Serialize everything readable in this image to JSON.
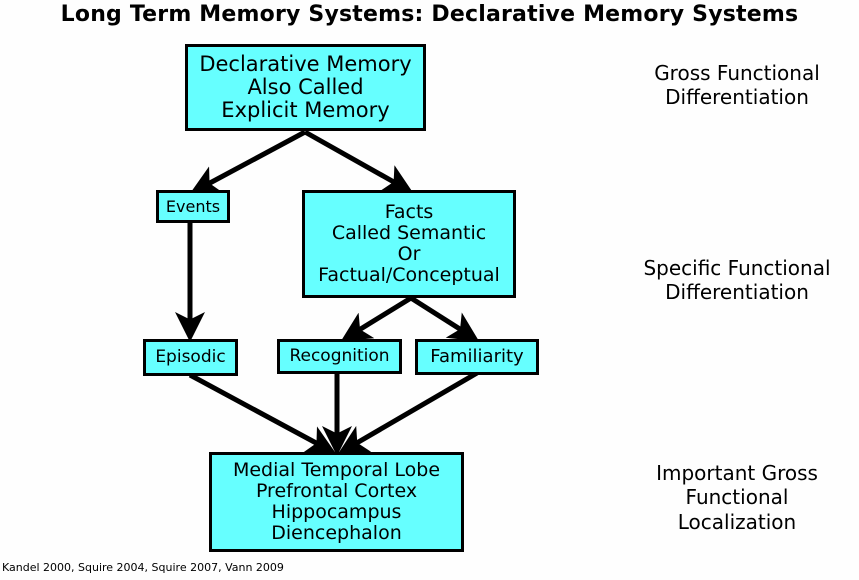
{
  "title": "Long Term Memory Systems: Declarative Memory Systems",
  "nodes": {
    "declarative": {
      "lines": [
        "Declarative Memory",
        "Also Called",
        "Explicit Memory"
      ]
    },
    "events": {
      "lines": [
        "Events"
      ]
    },
    "facts": {
      "lines": [
        "Facts",
        "Called Semantic",
        "Or",
        "Factual/Conceptual"
      ]
    },
    "episodic": {
      "lines": [
        "Episodic"
      ]
    },
    "recognition": {
      "lines": [
        "Recognition"
      ]
    },
    "familiarity": {
      "lines": [
        "Familiarity"
      ]
    },
    "localization": {
      "lines": [
        "Medial Temporal Lobe",
        "Prefrontal Cortex",
        "Hippocampus",
        "Diencephalon"
      ]
    }
  },
  "edges": [
    {
      "from": "declarative",
      "to": "events"
    },
    {
      "from": "declarative",
      "to": "facts"
    },
    {
      "from": "events",
      "to": "episodic"
    },
    {
      "from": "facts",
      "to": "recognition"
    },
    {
      "from": "facts",
      "to": "familiarity"
    },
    {
      "from": "episodic",
      "to": "localization"
    },
    {
      "from": "recognition",
      "to": "localization"
    },
    {
      "from": "familiarity",
      "to": "localization"
    }
  ],
  "side_labels": {
    "gross": {
      "lines": [
        "Gross Functional",
        "Differentiation"
      ]
    },
    "specific": {
      "lines": [
        "Specific Functional",
        "Differentiation"
      ]
    },
    "localization": {
      "lines": [
        "Important Gross",
        "Functional",
        "Localization"
      ]
    }
  },
  "citation": "Kandel 2000, Squire 2004, Squire 2007, Vann 2009",
  "colors": {
    "box_fill": "#66ffff",
    "border": "#000000",
    "background": "#fefefe"
  }
}
